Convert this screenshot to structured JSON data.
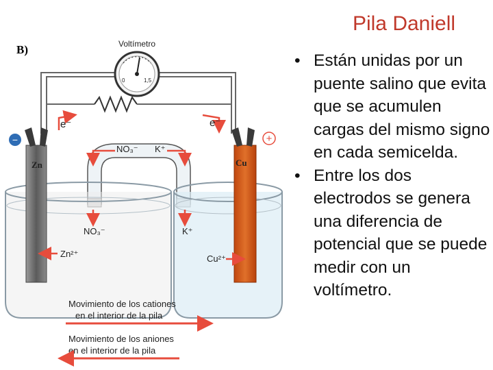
{
  "slide": {
    "title": "Pila Daniell",
    "bullets": [
      "Están unidas por un puente salino que evita que se acumulen cargas del mismo signo en cada semicelda.",
      "Entre los dos electrodos se genera una diferencia de potencial que se puede medir con un voltímetro."
    ]
  },
  "diagram": {
    "panel_label": "B)",
    "voltmeter_label": "Voltímetro",
    "dial_left": "0",
    "dial_right": "1,5",
    "electron_left": "e⁻",
    "electron_right": "e⁻",
    "minus_sign": "−",
    "plus_sign": "+",
    "anode_label": "Zn",
    "cathode_label": "Cu",
    "bridge_anion": "NO₃⁻",
    "bridge_cation": "K⁺",
    "left_anion": "NO₃⁻",
    "right_cation": "K⁺",
    "zn_ion": "Zn²⁺",
    "cu_ion": "Cu²⁺",
    "legend_cations_line1": "Movimiento de los cationes",
    "legend_cations_line2": "en el interior de la pila",
    "legend_anions_line1": "Movimiento de los aniones",
    "legend_anions_line2": "en el interior de la pila",
    "colors": {
      "arrow": "#e74c3c",
      "copper": "#d35400",
      "zinc": "#6e6e6e",
      "beaker": "#8a9aa5",
      "solution_right": "#dcecf5",
      "solution_left": "#ececec"
    }
  }
}
